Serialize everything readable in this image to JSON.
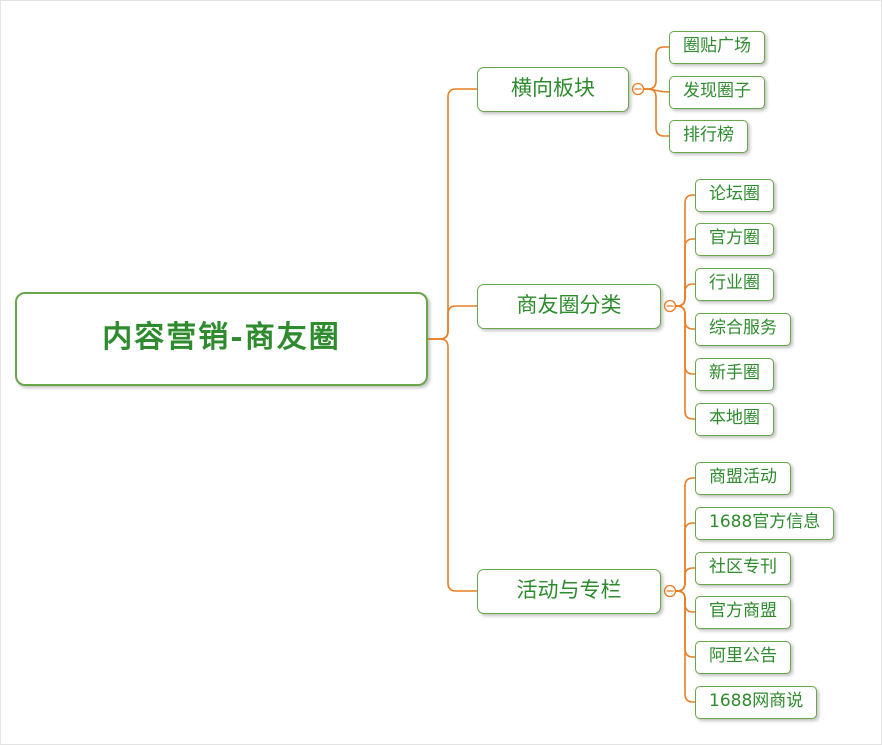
{
  "diagram": {
    "root": {
      "label": "内容营销-商友圈"
    },
    "branches": [
      {
        "label": "横向板块",
        "children": [
          "圈贴广场",
          "发现圈子",
          "排行榜"
        ]
      },
      {
        "label": "商友圈分类",
        "children": [
          "论坛圈",
          "官方圈",
          "行业圈",
          "综合服务",
          "新手圈",
          "本地圈"
        ]
      },
      {
        "label": "活动与专栏",
        "children": [
          "商盟活动",
          "1688官方信息",
          "社区专刊",
          "官方商盟",
          "阿里公告",
          "1688网商说"
        ]
      }
    ],
    "colors": {
      "node_border": "#69A74B",
      "node_text": "#2E8B2E",
      "connector": "#E87E26"
    }
  }
}
